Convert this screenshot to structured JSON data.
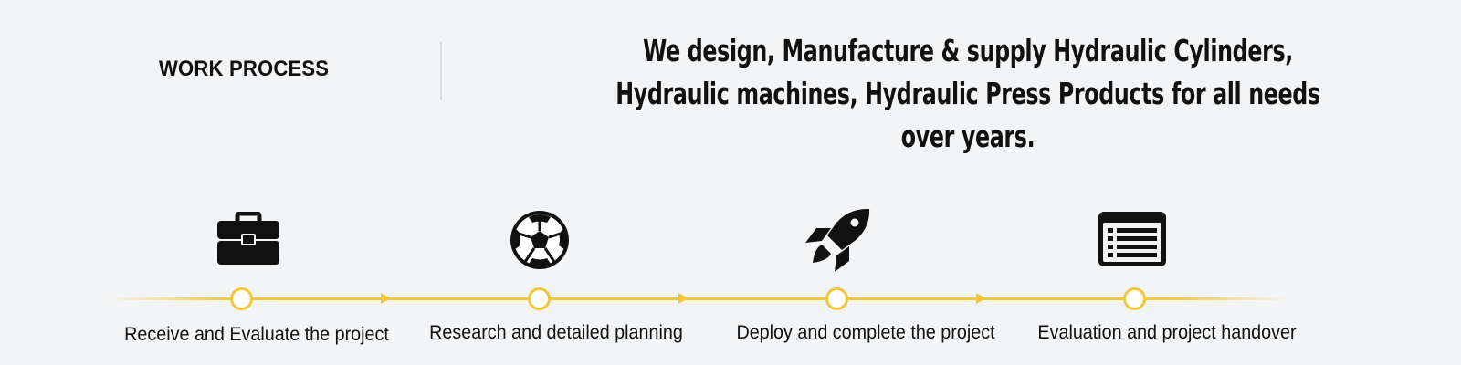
{
  "header": {
    "section_title": "WORK PROCESS",
    "tagline": "We design, Manufacture & supply  Hydraulic Cylinders, Hydraulic machines, Hydraulic Press Products for all needs over years."
  },
  "process": {
    "accent_color": "#f0c83c",
    "steps": [
      {
        "icon": "briefcase-icon",
        "label": "Receive and Evaluate the project"
      },
      {
        "icon": "soccer-ball-icon",
        "label": "Research and detailed planning"
      },
      {
        "icon": "rocket-icon",
        "label": "Deploy and complete the project"
      },
      {
        "icon": "list-window-icon",
        "label": "Evaluation and project handover"
      }
    ]
  }
}
